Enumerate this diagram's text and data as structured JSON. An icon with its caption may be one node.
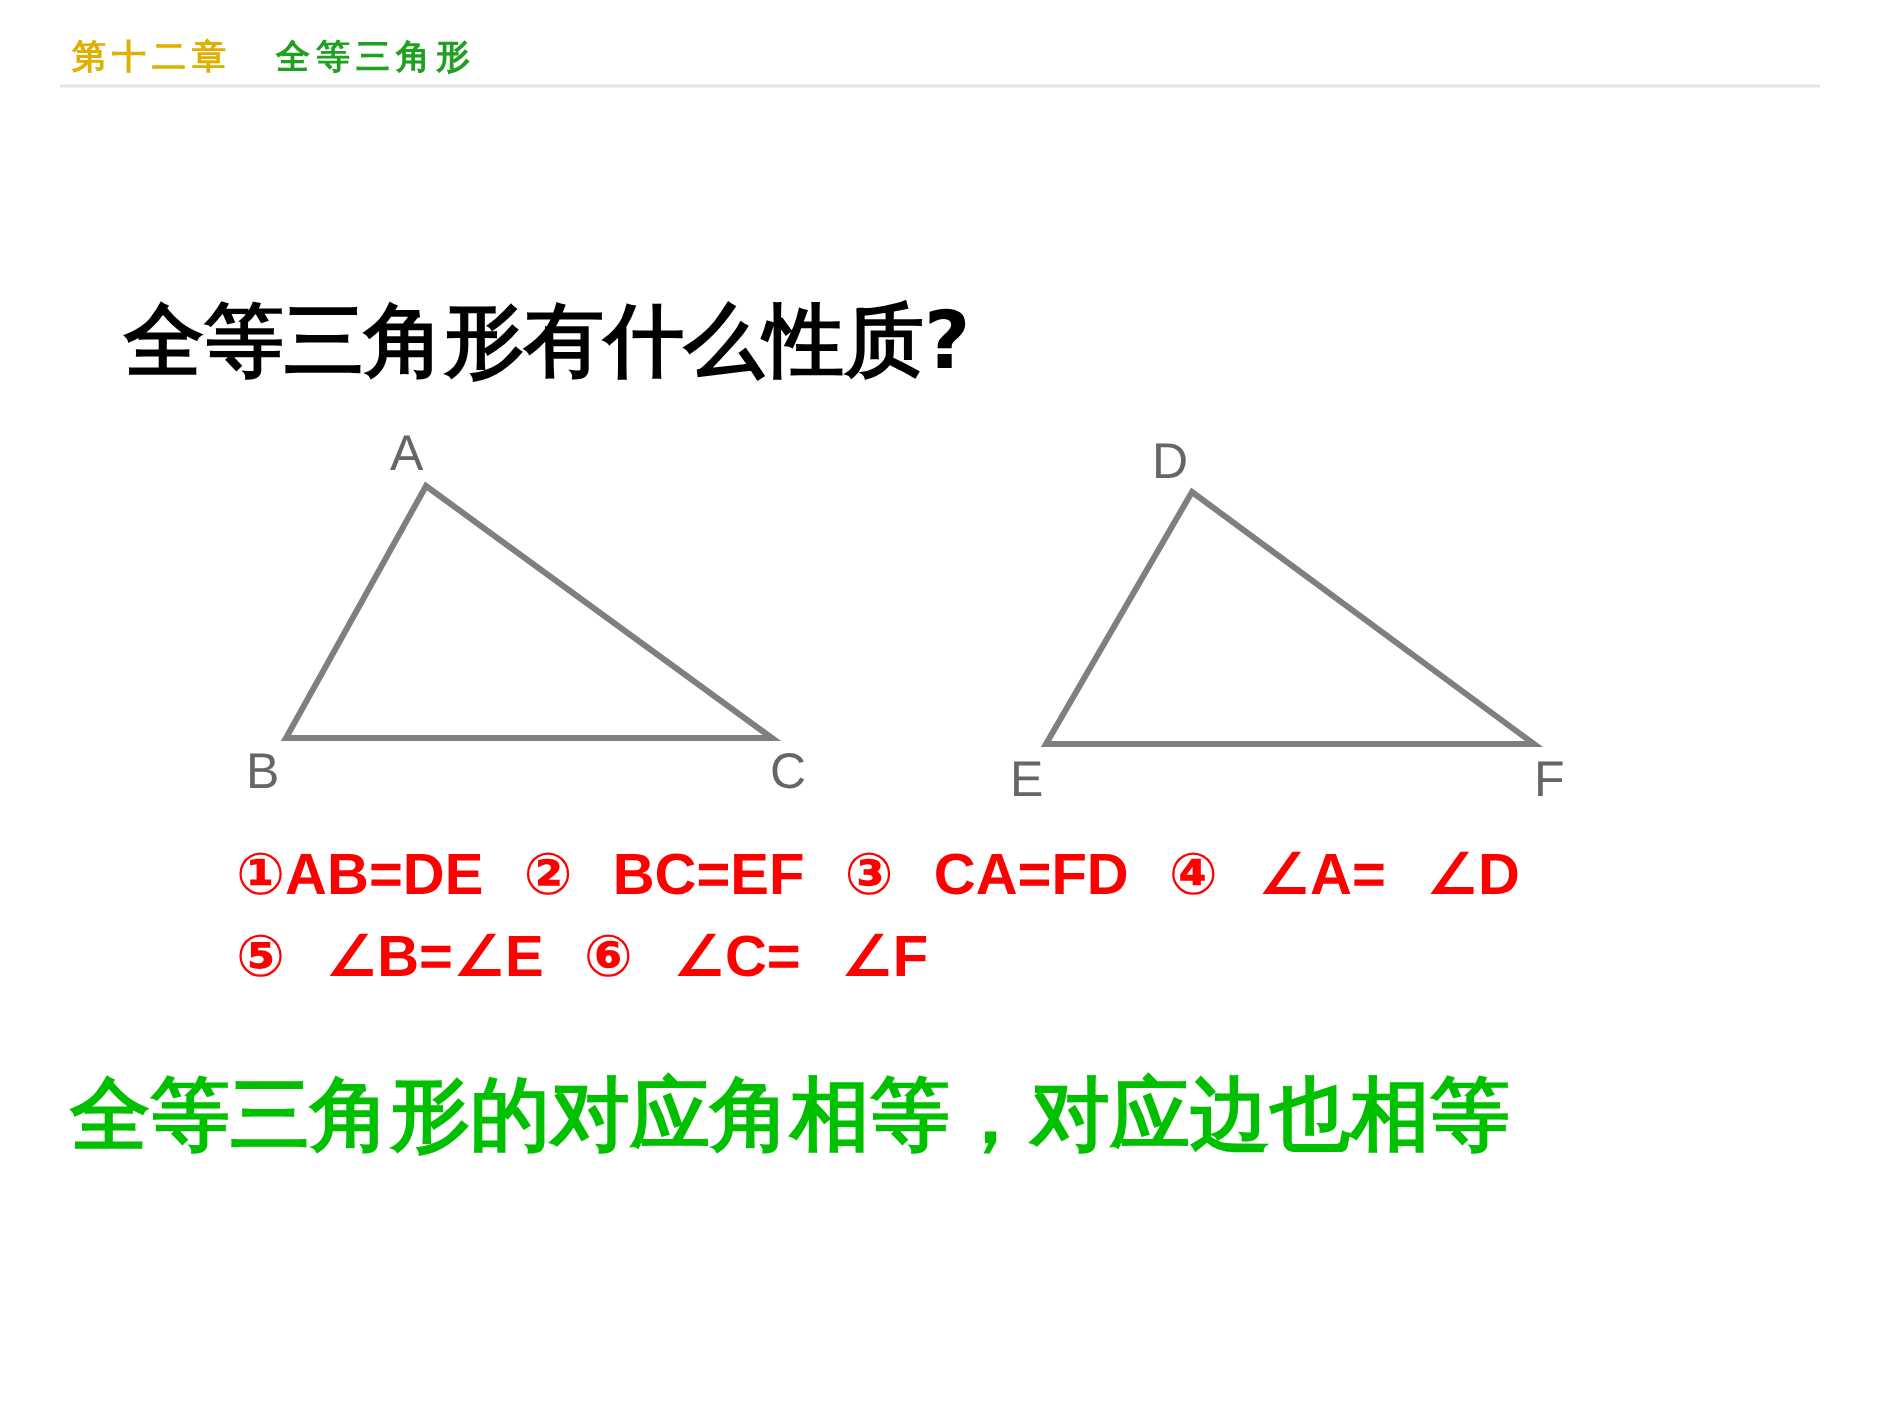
{
  "diagram": {
    "title": "全等三角形有什么性质?",
    "labels": [
      "第十二章",
      "全等三角形",
      "A",
      "B",
      "C",
      "D",
      "E",
      "F",
      "①AB=DE ② BC=EF ③ CA=FD ④ ∠A= ∠D ⑤ ∠B=∠E ⑥ ∠C= ∠F",
      "全等三角形的对应角相等，对应边也相等"
    ]
  }
}
